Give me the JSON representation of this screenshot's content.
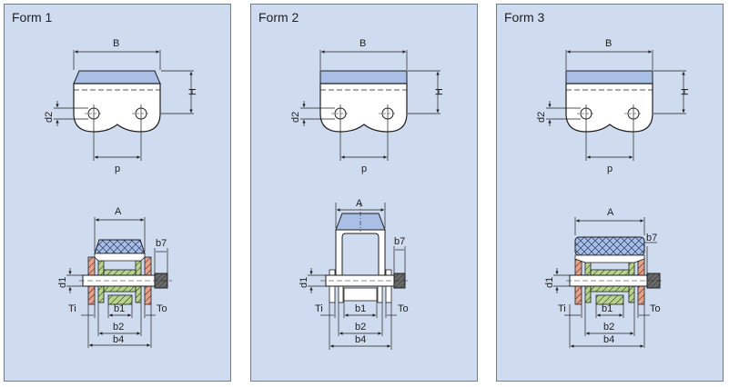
{
  "colors": {
    "panel_bg": "#cfdcef",
    "border": "#6f7d8c",
    "top_plate": "#a9bfe6",
    "outline": "#1e1e1e",
    "bolt_dark": "#5a5a5a",
    "bolt_mid": "#8a8a8a",
    "bolt_light": "#bdbdbd"
  },
  "panels": [
    {
      "title": "Form 1",
      "top_labels": {
        "B": "B",
        "H": "H",
        "d2": "d2",
        "p": "p"
      },
      "bottom_labels": {
        "A": "A",
        "b7": "b7",
        "d1": "d1",
        "Ti": "Ti",
        "b1": "b1",
        "To": "To",
        "b2": "b2",
        "b4": "b4"
      }
    },
    {
      "title": "Form 2",
      "top_labels": {
        "B": "B",
        "H": "H",
        "d2": "d2",
        "p": "p"
      },
      "bottom_labels": {
        "A": "A",
        "b7": "b7",
        "d1": "d1",
        "Ti": "Ti",
        "b1": "b1",
        "To": "To",
        "b2": "b2",
        "b4": "b4"
      }
    },
    {
      "title": "Form 3",
      "top_labels": {
        "B": "B",
        "H": "H",
        "d2": "d2",
        "p": "p"
      },
      "bottom_labels": {
        "A": "A",
        "b7": "b7",
        "d1": "d1",
        "Ti": "Ti",
        "b1": "b1",
        "To": "To",
        "b2": "b2",
        "b4": "b4"
      }
    }
  ]
}
